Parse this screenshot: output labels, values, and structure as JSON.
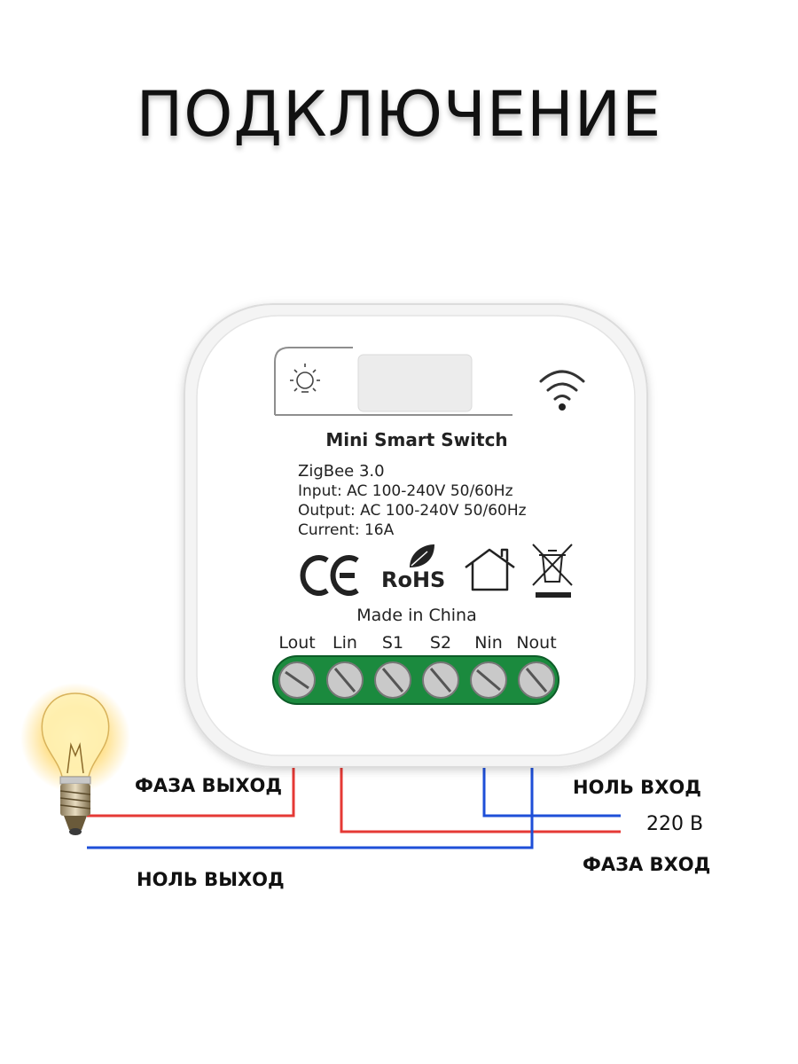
{
  "title": "ПОДКЛЮЧЕНИЕ",
  "device": {
    "name": "Mini Smart Switch",
    "protocol": "ZigBee 3.0",
    "input": "Input:  AC 100-240V  50/60Hz",
    "output": "Output:  AC 100-240V  50/60Hz",
    "current": "Current:  16A",
    "ce_mark": "CE",
    "rohs_mark": "RoHS",
    "made_in": "Made in China",
    "terminals": [
      "Lout",
      "Lin",
      "S1",
      "S2",
      "Nin",
      "Nout"
    ]
  },
  "wires": {
    "phase_out": "ФАЗА ВЫХОД",
    "neutral_out": "НОЛЬ ВЫХОД",
    "neutral_in": "НОЛЬ ВХОД",
    "voltage": "220 В",
    "phase_in": "ФАЗА ВХОД",
    "phase_color": "#e53935",
    "neutral_color": "#1e4fd8"
  }
}
